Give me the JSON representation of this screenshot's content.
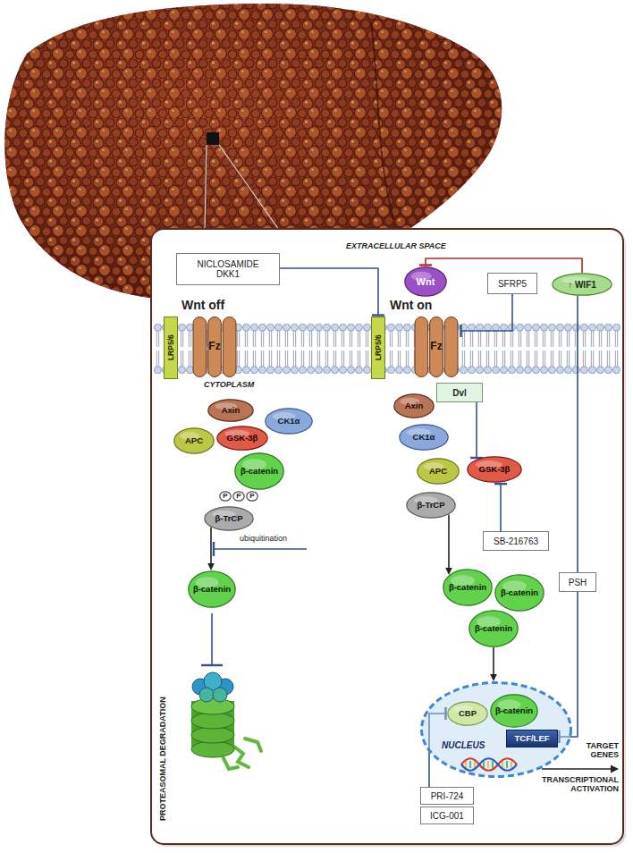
{
  "diagram": {
    "nodes": [
      {
        "text": [
          "NICLOSAMIDE",
          "DKK1"
        ]
      },
      {
        "text": [
          "Wnt"
        ]
      },
      {
        "text": [
          "SFRP5"
        ]
      },
      {
        "text": [
          "↑ WIF1"
        ]
      },
      {
        "text": [
          "LRP5/6"
        ]
      },
      {
        "text": [
          "Fz"
        ]
      },
      {
        "text": [
          "LRP5/6"
        ]
      },
      {
        "text": [
          "Fz"
        ]
      },
      {
        "text": [
          "Dvl"
        ]
      },
      {
        "text": [
          "Axin"
        ]
      },
      {
        "text": [
          "CK1α"
        ]
      },
      {
        "text": [
          "APC"
        ]
      },
      {
        "text": [
          "GSK-3β"
        ]
      },
      {
        "text": [
          "β-catenin"
        ]
      },
      {
        "text": [
          "P"
        ]
      },
      {
        "text": [
          "P"
        ]
      },
      {
        "text": [
          "P"
        ]
      },
      {
        "text": [
          "β-TrCP"
        ]
      },
      {
        "text": [
          "β-catenin"
        ]
      },
      {
        "text": [
          "Axin"
        ]
      },
      {
        "text": [
          "CK1α"
        ]
      },
      {
        "text": [
          "APC"
        ]
      },
      {
        "text": [
          "GSK-3β"
        ]
      },
      {
        "text": [
          "β-TrCP"
        ]
      },
      {
        "text": [
          "SB-216763"
        ]
      },
      {
        "text": [
          "PSH"
        ]
      },
      {
        "text": [
          "β-catenin"
        ]
      },
      {
        "text": [
          "β-catenin"
        ]
      },
      {
        "text": [
          "β-catenin"
        ]
      },
      {
        "text": [
          "NUCLEUS"
        ]
      },
      {
        "text": [
          "CBP"
        ],
        "in": 29
      },
      {
        "text": [
          "β-catenin"
        ],
        "in": 29
      },
      {
        "text": [
          "TCF/LEF"
        ],
        "in": 29
      },
      {
        "text": [
          "PRI-724"
        ]
      },
      {
        "text": [
          "ICG-001"
        ]
      }
    ],
    "edges": [
      {
        "from": 0,
        "to": 6,
        "arrow": "to"
      },
      {
        "from": 3,
        "to": 1,
        "arrow": "to"
      },
      {
        "from": 2,
        "to": 7,
        "arrow": "to"
      },
      {
        "from": 8,
        "to": 22,
        "arrow": "to"
      },
      {
        "from": 24,
        "to": 22,
        "arrow": "to"
      },
      {
        "from": 17,
        "to": 18,
        "arrow": "to"
      },
      {
        "from": 23,
        "to": 26,
        "arrow": "to"
      },
      {
        "from": 28,
        "to": 29,
        "arrow": "to"
      },
      {
        "from": 33,
        "to": 30,
        "arrow": "to"
      },
      {
        "from": 25,
        "to": 32,
        "arrow": "to"
      },
      {
        "from": 25,
        "to": 3,
        "arrow": "none"
      }
    ],
    "labels": [
      "EXTRACELLULAR SPACE",
      "Wnt off",
      "Wnt on",
      "CYTOPLASM",
      "ubiquitination",
      "PROTEASOMAL DEGRADATION",
      "TARGET GENES",
      "TRANSCRIPTIONAL ACTIVATION"
    ]
  }
}
